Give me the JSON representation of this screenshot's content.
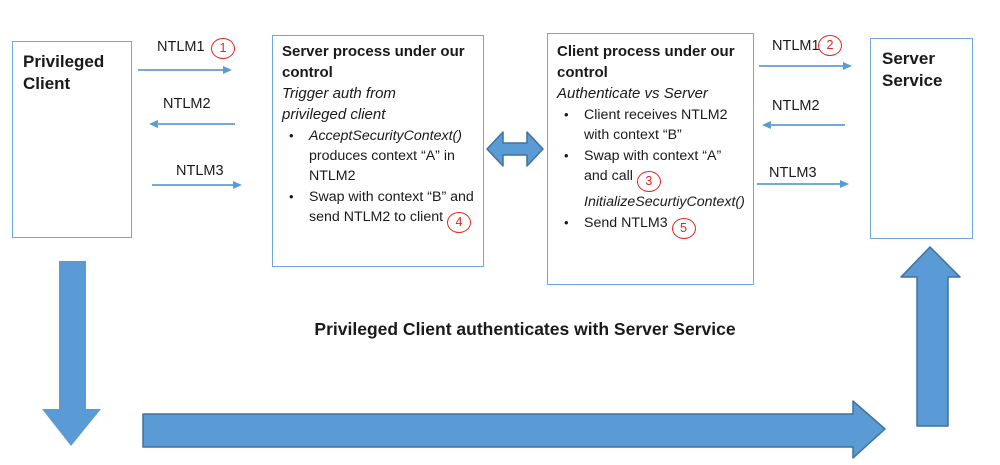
{
  "colors": {
    "arrow_fill": "#5b9bd5",
    "arrow_outline": "#41719c",
    "thin_arrow": "#74a9d8",
    "box_border": "#6fa8dc",
    "badge_red": "#e0251b"
  },
  "caption": "Privileged Client authenticates with Server Service",
  "boxes": {
    "privileged_client": {
      "title": "Privileged Client"
    },
    "server_service": {
      "title": "Server Service"
    },
    "server_process": {
      "title": "Server process under our control",
      "subtitle": "Trigger auth from privileged client",
      "bullets": [
        {
          "code": "AcceptSecurityContext()",
          "text": " produces context “A” in NTLM2"
        },
        {
          "text": "Swap with context “B” and send NTLM2 to client ",
          "badge": "4"
        }
      ]
    },
    "client_process": {
      "title": "Client process under our control",
      "subtitle": "Authenticate vs Server",
      "bullets": [
        {
          "text": "Client receives NTLM2 with context “B”"
        },
        {
          "text": "Swap with context “A” and call ",
          "badge": "3",
          "code": "InitializeSecurtiyContext()"
        },
        {
          "text": "Send NTLM3 ",
          "badge": "5"
        }
      ]
    }
  },
  "messages": {
    "left": [
      {
        "label": "NTLM1",
        "badge": "1",
        "direction": "right"
      },
      {
        "label": "NTLM2",
        "direction": "left"
      },
      {
        "label": "NTLM3",
        "direction": "right"
      }
    ],
    "right": [
      {
        "label": "NTLM1",
        "badge": "2",
        "direction": "right"
      },
      {
        "label": "NTLM2",
        "direction": "left"
      },
      {
        "label": "NTLM3",
        "direction": "right"
      }
    ]
  }
}
